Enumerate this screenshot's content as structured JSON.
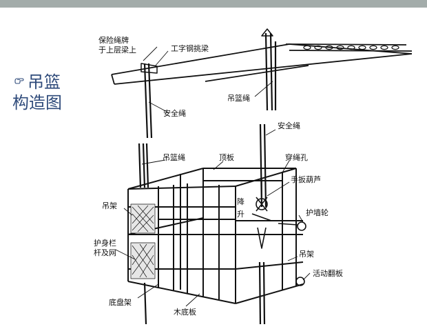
{
  "slide": {
    "title_line1": "吊篮",
    "title_line2": "构造图",
    "title_color": "#2e4a7a",
    "bullet_icon": "pointing-hand-icon",
    "top_bar_color": "#a3acaa"
  },
  "diagram": {
    "labels": {
      "safety_rope_tie_1": "保险绳牌",
      "safety_rope_tie_2": "于上层梁上",
      "i_beam_cantilever": "工字钢挑梁",
      "basket_rope_top": "吊篮绳",
      "safety_rope_left": "安全绳",
      "safety_rope_right": "安全绳",
      "basket_rope_left": "吊篮绳",
      "top_plate": "顶板",
      "rope_hole": "穿绳孔",
      "hand_hoist": "手扳葫芦",
      "lift_1": "降",
      "lift_2": "升",
      "hanger_frame_left": "吊架",
      "wall_wheel": "护墙轮",
      "guardrail_1": "护身栏",
      "guardrail_2": "杆及网",
      "hanger_frame_right": "吊架",
      "flip_board": "活动翻板",
      "chassis": "底盘架",
      "wood_floor": "木底板"
    }
  }
}
